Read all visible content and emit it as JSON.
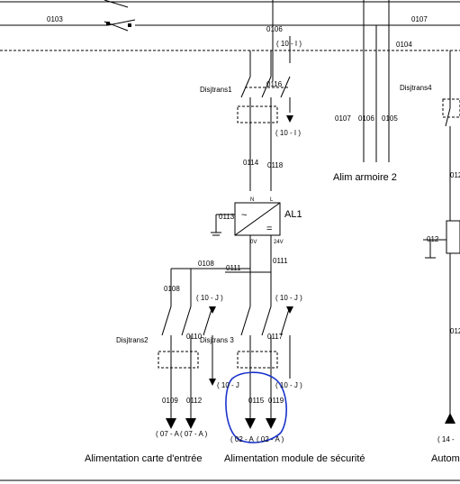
{
  "wire_labels": {
    "w0103": "0103",
    "w0106_top": "0106",
    "w0107_top": "0107",
    "w0104": "0104",
    "w0116": "0116",
    "w0107": "0107",
    "w0106": "0106",
    "w0105": "0105",
    "w0114": "0114",
    "w0118": "0118",
    "w0113": "0113",
    "w0108": "0108",
    "w0111_a": "0111",
    "w0111_b": "0111",
    "w0110": "0110",
    "w0117": "0117",
    "w0109": "0109",
    "w0112": "0112",
    "w0115": "0115",
    "w0119": "0119",
    "w012_right": "012",
    "w012_right2": "012",
    "w0120": "012"
  },
  "refs": {
    "r10I_top": "( 10 - I )",
    "r10I_mid": "( 10 - I )",
    "r10J_a": "( 10 - J )",
    "r10J_b": "( 10 - J )",
    "r10J_c": "( 10 - J",
    "r10J_d": "( 10 - J )",
    "r07A": "( 07 - A",
    "r07A_b": "( 07 - A )",
    "r02A": "( 02 - A",
    "r02A_b": "( 02 - A )",
    "r14": "( 14 -"
  },
  "devices": {
    "disjtrans1": "Disjtrans1",
    "disjtrans2": "Disjtrans2",
    "disjtrans3": "Disjtrans 3",
    "disjtrans4": "Disjtrans4",
    "al1": "AL1",
    "ov": "0V",
    "v24": "24V",
    "n": "N",
    "l": "L"
  },
  "captions": {
    "alim_armoire": "Alim armoire 2",
    "alim_carte": "Alimentation carte d'entrée",
    "alim_module": "Alimentation module de sécurité",
    "autom": "Autom"
  },
  "colors": {
    "wire": "#000000",
    "markup": "#1a33cc"
  }
}
